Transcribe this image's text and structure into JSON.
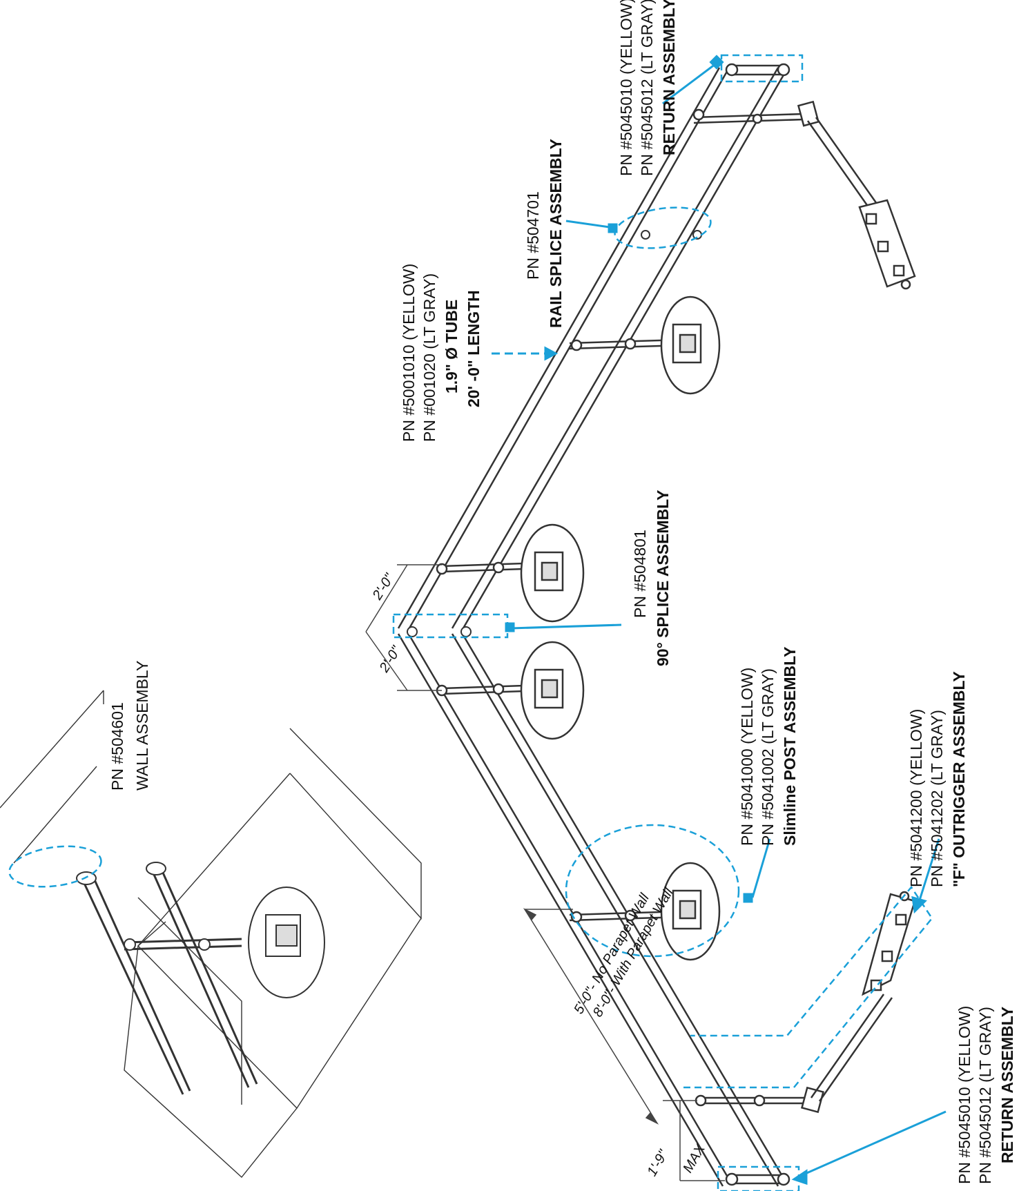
{
  "colors": {
    "callout": "#1aa0d8",
    "line": "#222222",
    "background": "#ffffff"
  },
  "labels": {
    "wall": {
      "pn": "PN #504601",
      "name": "WALL ASSEMBLY"
    },
    "tube": {
      "pn_yellow": "PN #5001010 (YELLOW)",
      "pn_gray": "PN #001020 (LT GRAY)",
      "size": "1.9\" Ø TUBE",
      "length": "20' -0\" LENGTH"
    },
    "rail_splice": {
      "pn": "PN #504701",
      "name": "RAIL SPLICE ASSEMBLY"
    },
    "return_top": {
      "pn_yellow": "PN #5045010 (YELLOW)",
      "pn_gray": "PN #5045012 (LT GRAY)",
      "name": "RETURN ASSEMBLY"
    },
    "splice_90": {
      "pn": "PN #504801",
      "name": "90° SPLICE ASSEMBLY"
    },
    "post": {
      "pn_yellow": "PN #5041000 (YELLOW)",
      "pn_gray": "PN #5041002 (LT GRAY)",
      "prefix": "Slimline ",
      "name": "POST ASSEMBLY"
    },
    "outrigger": {
      "pn_yellow": "PN #5041200 (YELLOW)",
      "pn_gray": "PN #5041202 (LT GRAY)",
      "name": "\"F\" OUTRIGGER ASSEMBLY"
    },
    "return_bottom": {
      "pn_yellow": "PN #5045010 (YELLOW)",
      "pn_gray": "PN #5045012 (LT GRAY)",
      "name": "RETURN ASSEMBLY"
    }
  },
  "dimensions": {
    "spacing_no_parapet": "5'-0\"- No Parapet Wall",
    "spacing_with_parapet": "8'-0\"- With Parapet Wall",
    "corner_a": "2'-0\"",
    "corner_b": "2'-0\"",
    "return_depth": "1'-9\"",
    "return_max": "MAX"
  }
}
